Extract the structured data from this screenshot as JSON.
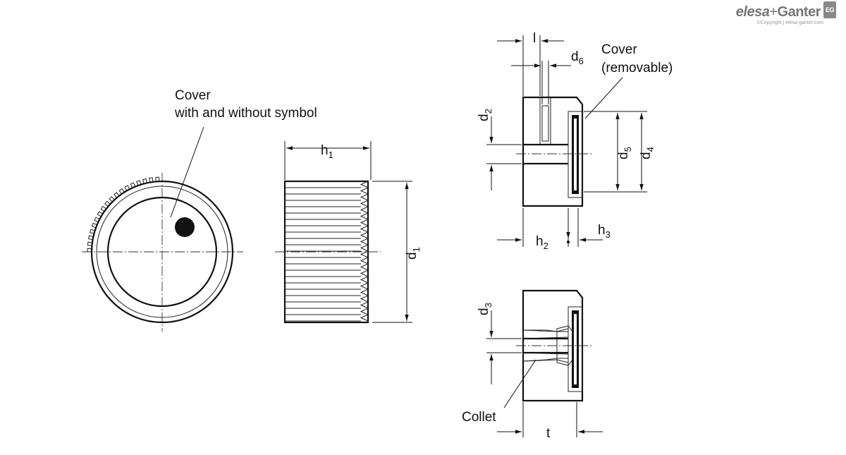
{
  "brand": {
    "logo_name": "elesa+Ganter",
    "logo_part1": "elesa",
    "logo_plus": "+",
    "logo_part2": "Ganter",
    "badge": "EG",
    "copyright": "©Copyright | elesa-ganter.com"
  },
  "labels": {
    "cover_symbol_line1": "Cover",
    "cover_symbol_line2": "with and without symbol",
    "cover_removable_line1": "Cover",
    "cover_removable_line2": "(removable)",
    "collet": "Collet"
  },
  "dimensions": {
    "h1": {
      "main": "h",
      "sub": "1"
    },
    "d1": {
      "main": "d",
      "sub": "1"
    },
    "l": {
      "main": "l",
      "sub": ""
    },
    "d6": {
      "main": "d",
      "sub": "6"
    },
    "d2": {
      "main": "d",
      "sub": "2"
    },
    "d5": {
      "main": "d",
      "sub": "5"
    },
    "d4": {
      "main": "d",
      "sub": "4"
    },
    "h2": {
      "main": "h",
      "sub": "2"
    },
    "h3": {
      "main": "h",
      "sub": "3"
    },
    "d3": {
      "main": "d",
      "sub": "3"
    },
    "t": {
      "main": "t",
      "sub": ""
    }
  }
}
